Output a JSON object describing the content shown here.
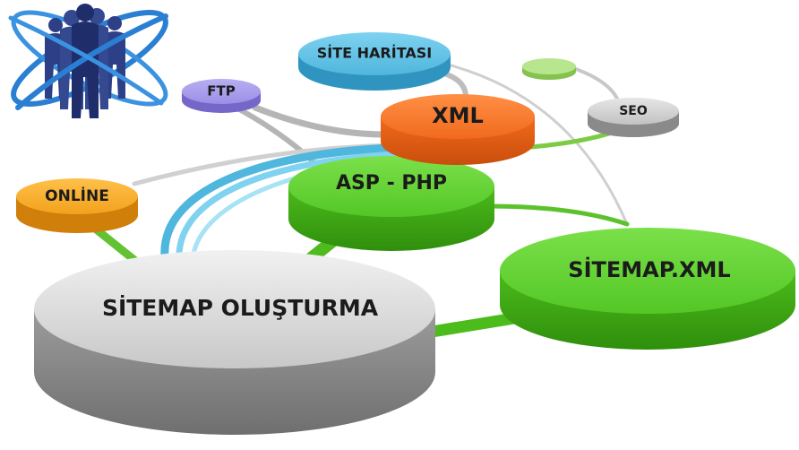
{
  "nodes": {
    "site_haritasi": "SİTE HARİTASI",
    "ftp": "FTP",
    "xml": "XML",
    "seo": "SEO",
    "online": "ONLİNE",
    "asp_php": "ASP - PHP",
    "sitemap_xml": "SİTEMAP.XML",
    "sitemap_olusturma": "SİTEMAP OLUŞTURMA"
  },
  "colors": {
    "gray": "#a9a9a9",
    "green": "#4fc21f",
    "orange": "#f06a1e",
    "light_blue": "#4fb6dd",
    "purple": "#9b8fe6",
    "light_green": "#a9dc7d",
    "online_orange": "#f2a21d",
    "seo_gray": "#c9c9c9",
    "logo_navy": "#2d3f86",
    "logo_blue": "#2a7fd2"
  },
  "icons": {
    "logo": "business-team-orbit-logo"
  }
}
